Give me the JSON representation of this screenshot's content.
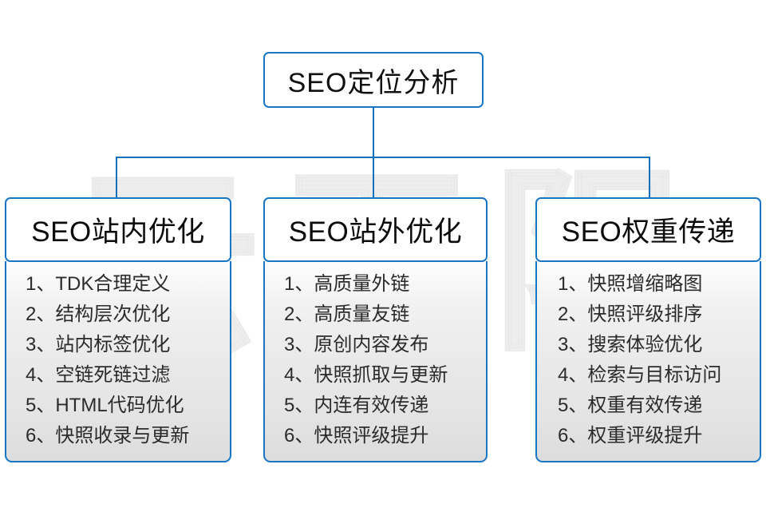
{
  "watermark": {
    "text": "云无限"
  },
  "colors": {
    "border": "#1a76c4",
    "connector": "#1270bd",
    "title_text": "#111111",
    "item_text": "#2b2b2b",
    "watermark": "#ededed"
  },
  "diagram": {
    "root": {
      "label": "SEO定位分析"
    },
    "columns": [
      {
        "header": "SEO站内优化",
        "items": [
          "1、TDK合理定义",
          "2、结构层次优化",
          "3、站内标签优化",
          "4、空链死链过滤",
          "5、HTML代码优化",
          "6、快照收录与更新"
        ]
      },
      {
        "header": "SEO站外优化",
        "items": [
          "1、高质量外链",
          "2、高质量友链",
          "3、原创内容发布",
          "4、快照抓取与更新",
          "5、内连有效传递",
          "6、快照评级提升"
        ]
      },
      {
        "header": "SEO权重传递",
        "items": [
          "1、快照增缩略图",
          "2、快照评级排序",
          "3、搜索体验优化",
          "4、检索与目标访问",
          "5、权重有效传递",
          "6、权重评级提升"
        ]
      }
    ]
  }
}
